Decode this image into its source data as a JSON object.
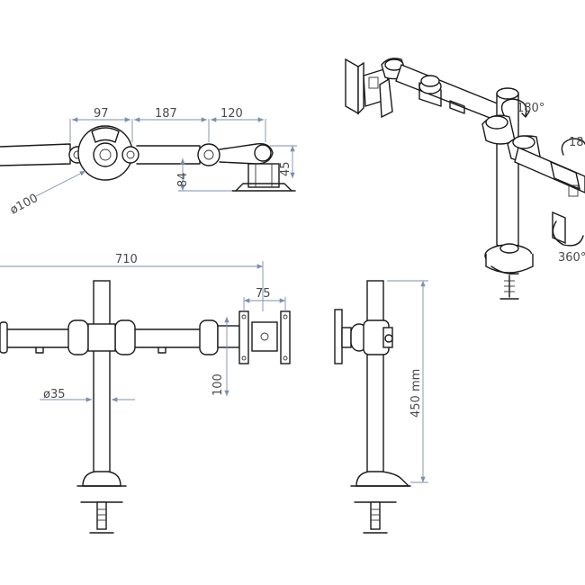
{
  "dimensions": {
    "top_left_97": "97",
    "top_187": "187",
    "top_120": "120",
    "top_diameter_100": "ø100",
    "top_84": "84",
    "top_45": "45",
    "front_710": "710",
    "front_75": "75",
    "front_100": "100",
    "front_diameter_35": "ø35",
    "side_450": "450 mm"
  },
  "rotations": {
    "rot_180_a": "180°",
    "rot_180_b": "18",
    "rot_360": "360°"
  },
  "colors": {
    "line": "#1a1a1a",
    "dimension": "#7d8fb0",
    "text": "#4a4a4a"
  }
}
